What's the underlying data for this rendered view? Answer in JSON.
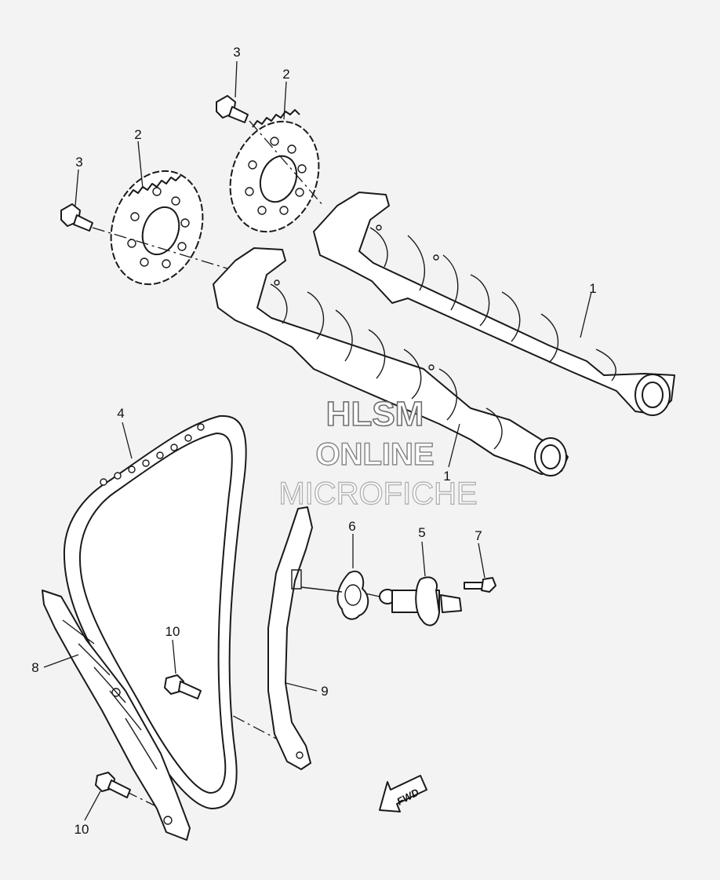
{
  "diagram": {
    "callouts": {
      "camshaft_intake": "1",
      "camshaft_exhaust": "1",
      "sprocket_upper": "2",
      "sprocket_lower": "2",
      "bolt_upper": "3",
      "bolt_lower": "3",
      "timing_chain": "4",
      "tensioner": "5",
      "gasket": "6",
      "tensioner_bolt": "7",
      "chain_guide": "8",
      "tensioner_guide": "9",
      "guide_bolt_upper": "10",
      "guide_bolt_lower": "10"
    },
    "fwd_label": "FWD"
  },
  "watermark": {
    "line1": "HLSM",
    "line2": "ONLINE",
    "line3": "MICROFICHE"
  }
}
